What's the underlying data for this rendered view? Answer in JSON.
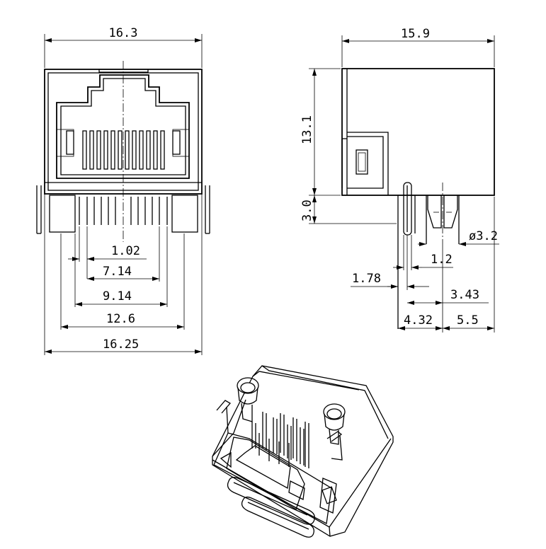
{
  "front_view": {
    "width_top": "16.3",
    "pin_pitch": "1.02",
    "pins_span": "7.14",
    "inner_span": "9.14",
    "post_span": "12.6",
    "overall_width": "16.25"
  },
  "side_view": {
    "depth": "15.9",
    "height": "13.1",
    "standoff": "3.0",
    "peg_diameter": "ø3.2",
    "dim_1_2": "1.2",
    "dim_1_78": "1.78",
    "dim_3_43": "3.43",
    "dim_4_32": "4.32",
    "dim_5_5": "5.5"
  }
}
